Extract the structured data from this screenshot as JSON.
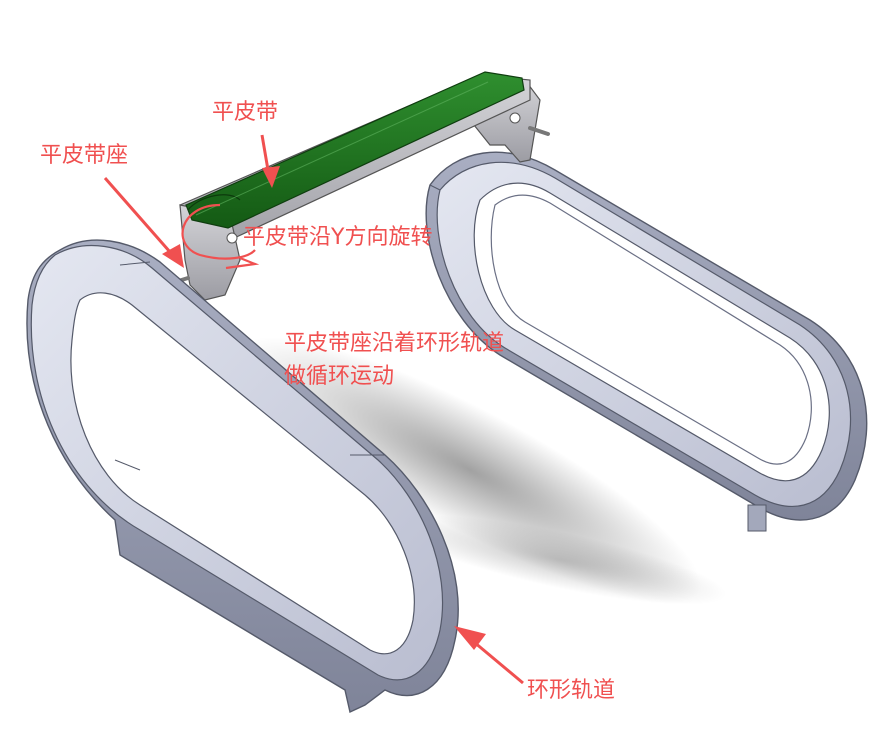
{
  "labels": {
    "flat_belt": "平皮带",
    "belt_seat": "平皮带座",
    "rotation": "平皮带沿Y方向旋转",
    "motion_line1": "平皮带座沿着环形轨道",
    "motion_line2": "做循环运动",
    "track": "环形轨道"
  },
  "colors": {
    "annotation": "#f05050",
    "belt_green": "#1f7a1f",
    "track_face": "#d3d7e6",
    "track_edge": "#9aa0b4",
    "seat_gray": "#bfbfc4"
  }
}
